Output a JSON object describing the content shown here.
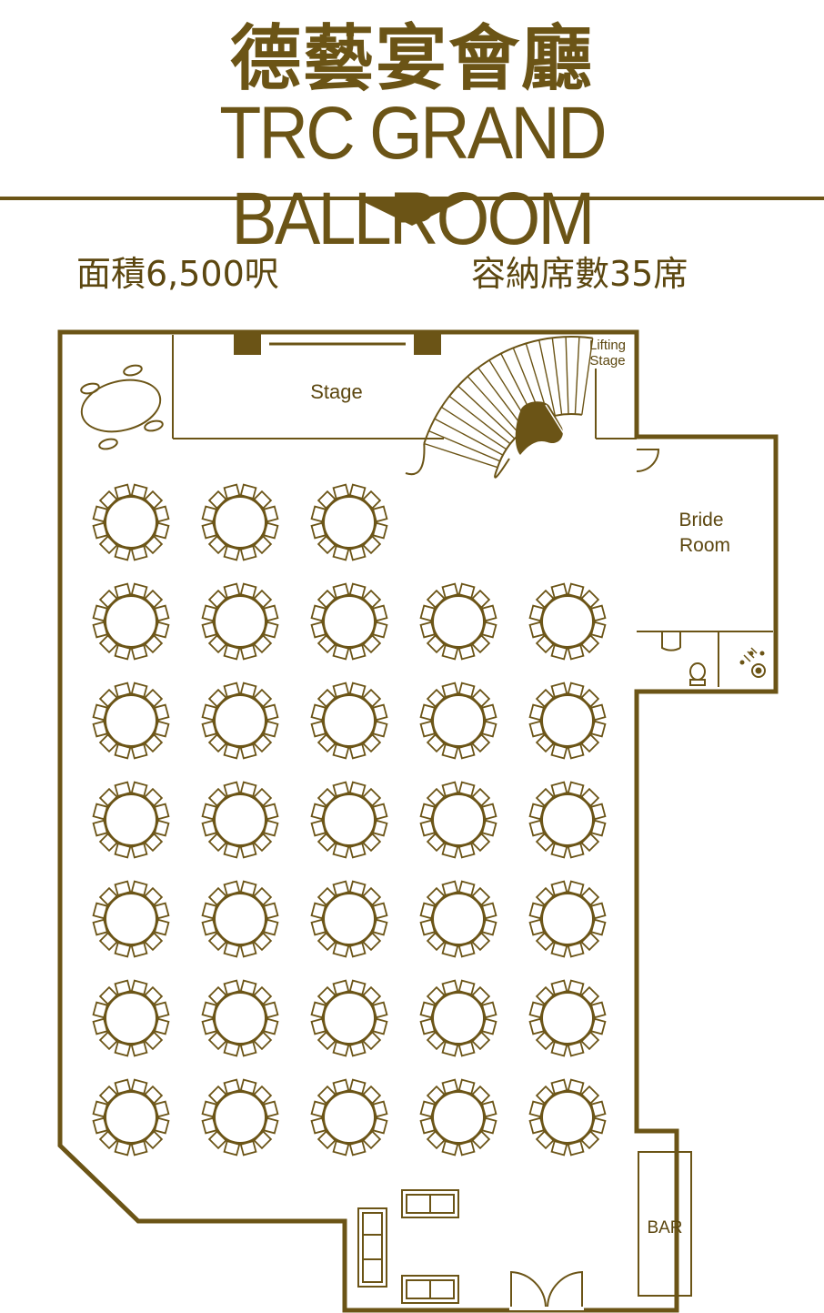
{
  "header": {
    "title_zh": "德藝宴會廳",
    "title_en": "TRC GRAND BALLROOM",
    "area": "面積6,500呎",
    "capacity": "容納席數35席"
  },
  "floorplan": {
    "stage_label": "Stage",
    "lifting_stage_label": [
      "Lifting",
      "Stage"
    ],
    "bride_room_label": [
      "Bride",
      "Room"
    ],
    "bar_label": "BAR",
    "table_rows": [
      3,
      5,
      5,
      5,
      5,
      5,
      5
    ],
    "chairs_per_table": 12
  },
  "colors": {
    "brand": "#6b5416",
    "line": "#6b5416"
  }
}
